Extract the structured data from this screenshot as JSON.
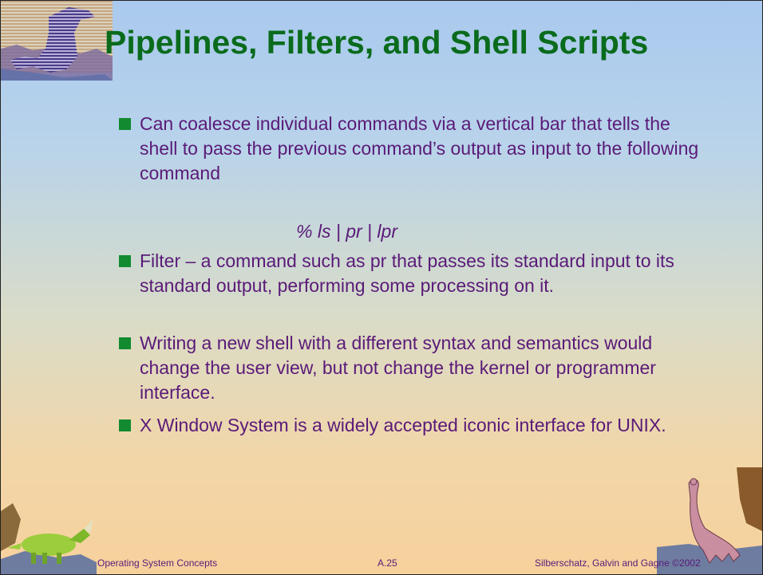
{
  "slide": {
    "title": "Pipelines, Filters, and Shell Scripts",
    "bullets": [
      "Can coalesce individual commands via a vertical bar that tells the shell to pass the previous command’s output as input to the following command",
      "Filter – a command such as pr that passes its standard input to its standard output, performing some processing on it.",
      "Writing a new shell with a different syntax and semantics would change the user view, but not change the kernel or programmer interface.",
      "X Window System is a widely accepted iconic interface for UNIX."
    ],
    "command_example": "% ls | pr | lpr"
  },
  "footer": {
    "left": "Operating System Concepts",
    "center": "A.25",
    "right": "Silberschatz, Galvin and Gagne ©2002"
  },
  "colors": {
    "title": "#0a6b1c",
    "text": "#5a1a78",
    "bullet_marker": "#128a2f",
    "bg_top": "#a9c9ee",
    "bg_bottom": "#f6d19c"
  },
  "icons": {
    "top_left": "dinosaur-header-icon",
    "bottom_left": "triceratops-icon",
    "bottom_right": "brontosaurus-icon"
  }
}
